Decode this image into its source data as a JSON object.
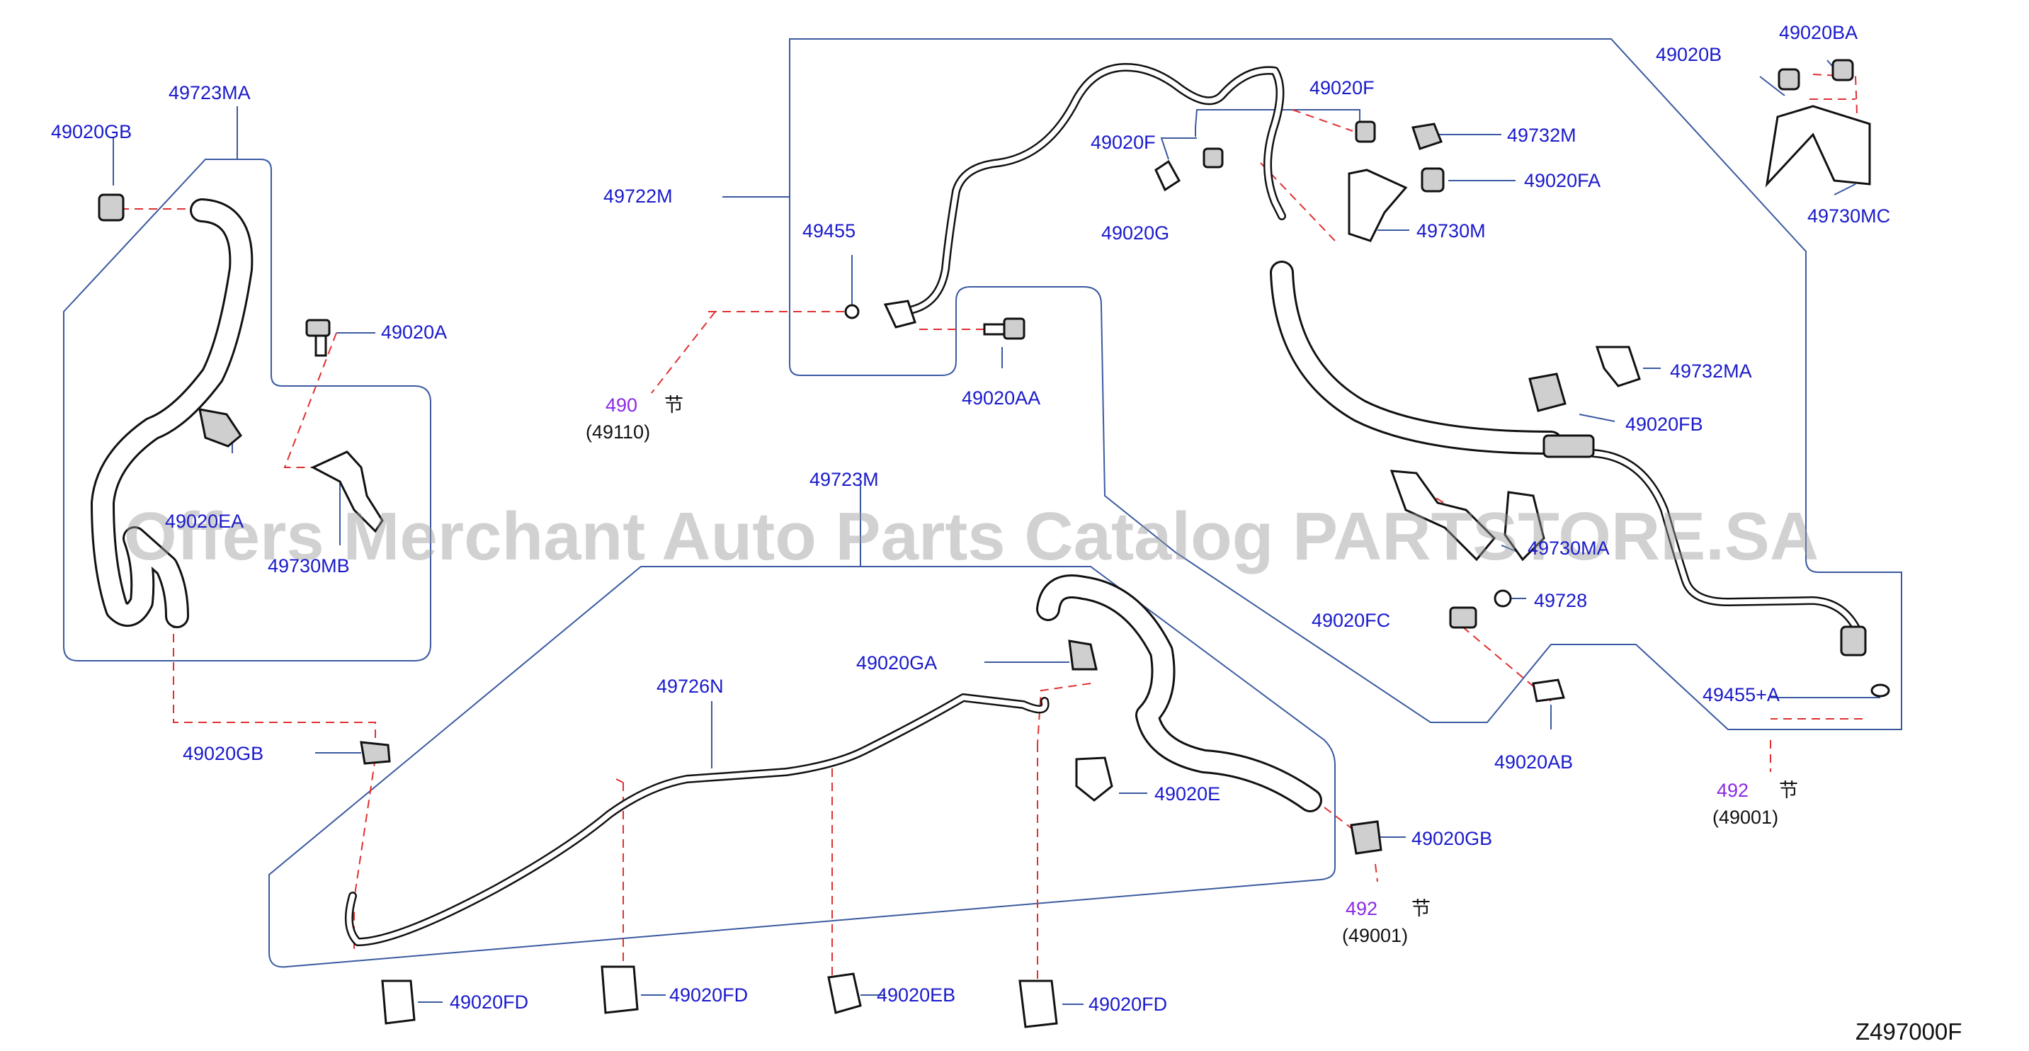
{
  "diagram": {
    "diagram_code": "Z497000F",
    "watermark": "Offers Merchant Auto Parts Catalog PARTSTORE.SA",
    "group_refs": [
      {
        "num": "490",
        "glyph": "节",
        "code": "(49110)"
      },
      {
        "num": "492",
        "glyph": "节",
        "code": "(49001)"
      },
      {
        "num": "492",
        "glyph": "节",
        "code": "(49001)"
      }
    ],
    "part_labels": [
      "49723MA",
      "49020GB",
      "49020A",
      "49020EA",
      "49730MB",
      "49722M",
      "49455",
      "49020AA",
      "49020F",
      "49020F",
      "49020G",
      "49732M",
      "49020FA",
      "49730M",
      "49020B",
      "49020BA",
      "49730MC",
      "49732MA",
      "49020FB",
      "49730MA",
      "49728",
      "49020FC",
      "49020AB",
      "49455+A",
      "49723M",
      "49020GA",
      "49726N",
      "49020E",
      "49020GB",
      "49020GB",
      "49020FD",
      "49020FD",
      "49020EB",
      "49020FD"
    ]
  }
}
